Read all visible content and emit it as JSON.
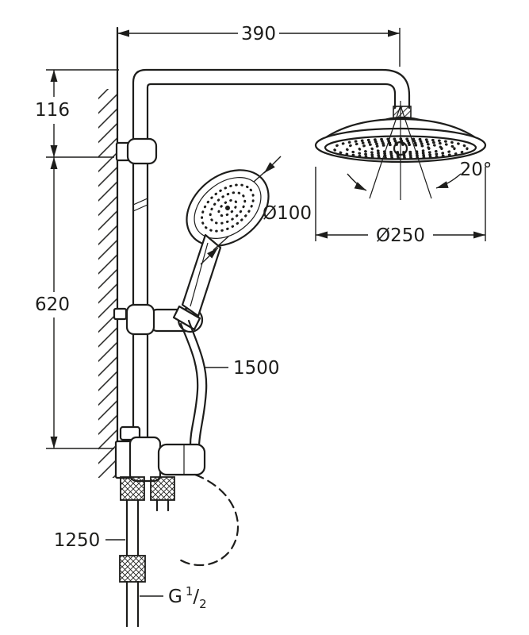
{
  "page": {
    "background": "#ffffff",
    "line_color": "#1d1d1b"
  },
  "drawing": {
    "type": "technical-dimension-drawing",
    "subject": "wall-mounted shower system with head shower, hand shower, rail and hoses",
    "dimensions": {
      "top_width": "390",
      "head_drop": "116",
      "rail_length": "620",
      "hand_hose_length": "1500",
      "supply_hose_length": "1250",
      "hand_shower_diameter": "Ø100",
      "head_shower_diameter": "Ø250",
      "spray_angle": "20°"
    },
    "thread": {
      "prefix": "G",
      "numerator": "1",
      "slash": "/",
      "denominator": "2"
    }
  }
}
